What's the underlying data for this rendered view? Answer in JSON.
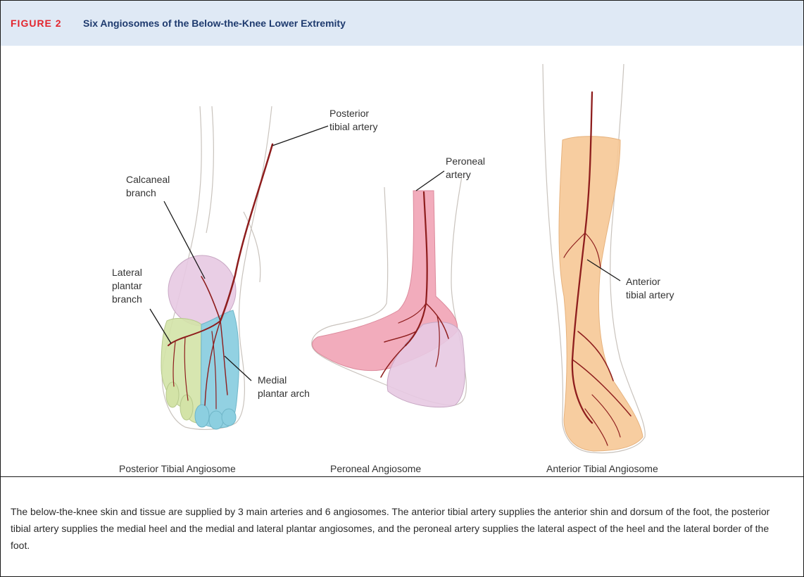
{
  "figure": {
    "label": "FIGURE 2",
    "title": "Six Angiosomes of the Below-the-Knee Lower Extremity",
    "caption": "The below-the-knee skin and tissue are supplied by 3 main arteries and 6 angiosomes. The anterior tibial artery supplies the anterior shin and dorsum of the foot, the posterior tibial artery supplies the medial heel and the medial and lateral plantar angiosomes, and the peroneal artery supplies the lateral aspect of the heel and the lateral border of the foot."
  },
  "panels": {
    "posterior": {
      "title": "Posterior Tibial Angiosome",
      "labels": {
        "posterior_tibial_artery": [
          "Posterior",
          "tibial artery"
        ],
        "calcaneal_branch": [
          "Calcaneal",
          "branch"
        ],
        "lateral_plantar_branch": [
          "Lateral",
          "plantar",
          "branch"
        ],
        "medial_plantar_arch": [
          "Medial",
          "plantar arch"
        ]
      }
    },
    "peroneal": {
      "title": "Peroneal Angiosome",
      "labels": {
        "peroneal_artery": [
          "Peroneal",
          "artery"
        ]
      }
    },
    "anterior": {
      "title": "Anterior Tibial Angiosome",
      "labels": {
        "anterior_tibial_artery": [
          "Anterior",
          "tibial artery"
        ]
      }
    }
  },
  "colors": {
    "header_bg": "#dfe9f5",
    "figure_label": "#e3252d",
    "title": "#1e3a6e",
    "artery": "#8e1d1d",
    "calcaneal_zone": "#e7c9e2",
    "lateral_plantar_zone": "#d3e3a7",
    "medial_plantar_zone": "#8ccfe0",
    "peroneal_zone": "#f1a3b5",
    "anterior_zone": "#f6c896",
    "skin_outline": "#c9c3bd"
  },
  "icons": {
    "posterior_illustration": "posterior-foot-illustration",
    "peroneal_illustration": "lateral-foot-illustration",
    "anterior_illustration": "anterior-leg-illustration"
  }
}
